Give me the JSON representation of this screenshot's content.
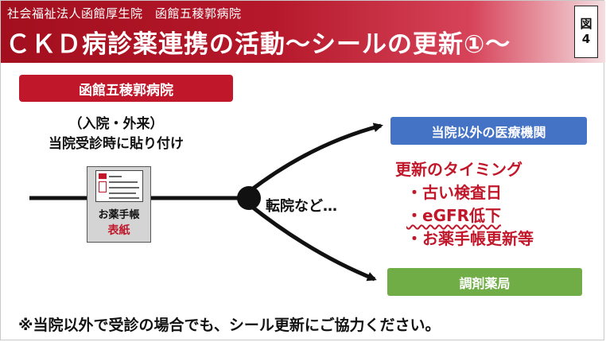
{
  "header": {
    "organization": "社会福祉法人函館厚生院　函館五稜郭病院",
    "title": "ＣＫＤ病診薬連携の活動～シールの更新①～",
    "figure_label_top": "図",
    "figure_label_num": "4"
  },
  "hospital_label": "函館五稜郭病院",
  "attach_note": {
    "line1": "（入院・外来）",
    "line2": "当院受診時に貼り付け"
  },
  "notebook": {
    "label": "お薬手帳",
    "cover": "表紙"
  },
  "transfer_text": "転院など…",
  "destinations": {
    "other_institution": "当院以外の医療機関",
    "pharmacy": "調剤薬局"
  },
  "update_timing": {
    "heading": "更新のタイミング",
    "items": [
      "・古い検査日",
      "・eGFR低下",
      "・お薬手帳更新等"
    ]
  },
  "footer_note": "※当院以外で受診の場合でも、シール更新にご協力ください。",
  "colors": {
    "header_red": "#a30f1e",
    "accent_red": "#c0182a",
    "blue": "#4472c4",
    "green": "#70ad47"
  }
}
